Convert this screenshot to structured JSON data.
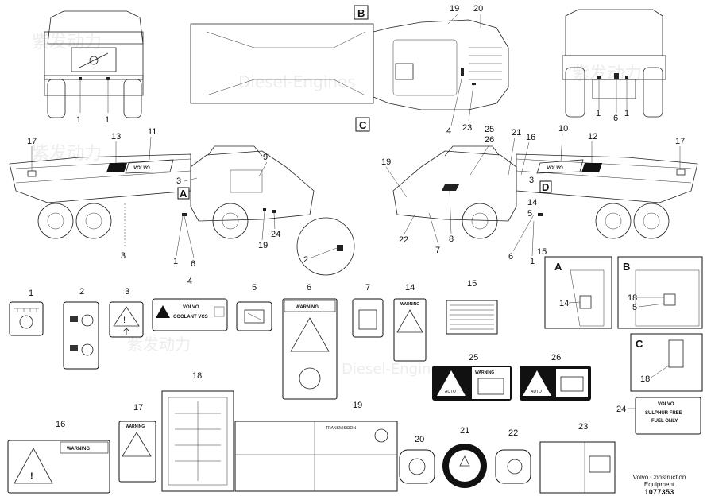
{
  "callouts": {
    "n1": "1",
    "n2": "2",
    "n3": "3",
    "n4": "4",
    "n5": "5",
    "n6": "6",
    "n7": "7",
    "n8": "8",
    "n9": "9",
    "n10": "10",
    "n11": "11",
    "n12": "12",
    "n13": "13",
    "n14": "14",
    "n15": "15",
    "n16": "16",
    "n17": "17",
    "n18": "18",
    "n19": "19",
    "n20": "20",
    "n21": "21",
    "n22": "22",
    "n23": "23",
    "n24": "24",
    "n25": "25",
    "n26": "26"
  },
  "letters": {
    "a": "A",
    "b": "B",
    "c": "C",
    "d": "D"
  },
  "decal_text": {
    "volvo_logo": "VOLVO",
    "coolant_volvo": "VOLVO",
    "coolant_vcs": "COOLANT VCS",
    "warning": "WARNING",
    "transmission": "TRANSMISSION",
    "auto": "AUTO",
    "sulphur_volvo": "VOLVO",
    "sulphur_line1": "SULPHUR FREE",
    "sulphur_line2": "FUEL ONLY"
  },
  "footer": {
    "brand_line1": "Volvo Construction",
    "brand_line2": "Equipment",
    "drawing_number": "1077353"
  },
  "watermark": {
    "cn": "紫发动力",
    "en": "Diesel-Engines"
  }
}
